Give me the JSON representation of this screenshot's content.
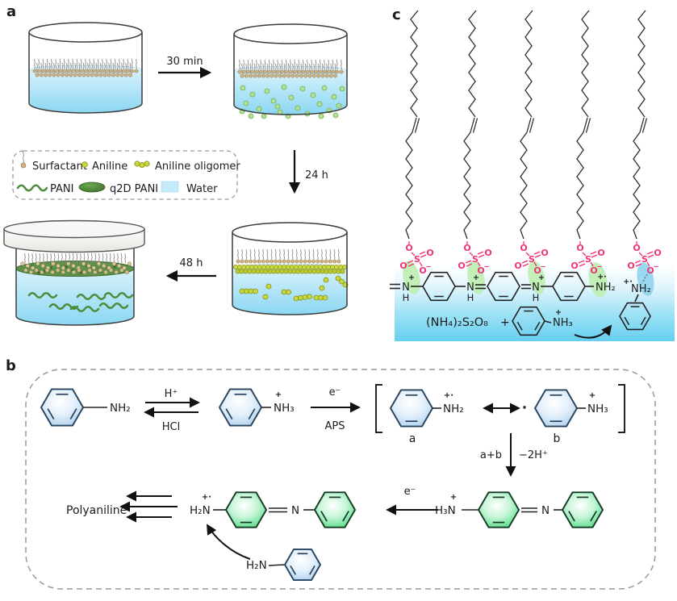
{
  "figure": {
    "panel_a_label": "a",
    "panel_b_label": "b",
    "panel_c_label": "c"
  },
  "panel_a": {
    "time_step_1": "30 min",
    "time_step_2": "24 h",
    "time_step_3": "48 h",
    "legend": {
      "surfactant": "Surfactant",
      "aniline": "Aniline",
      "aniline_oligomer": "Aniline oligomer",
      "pani": "PANI",
      "q2d_pani": "q2D PANI",
      "water": "Water"
    }
  },
  "panel_b": {
    "h_plus": "H⁺",
    "hcl": "HCl",
    "nh2": "NH₂",
    "nh3": "NH₃",
    "plus": "+",
    "radical_cation": "+·",
    "radical_dot": "·",
    "e_minus": "e⁻",
    "aps": "APS",
    "label_a": "a",
    "label_b": "b",
    "a_plus_b": "a+b",
    "minus_2h_plus": "−2H⁺",
    "h3n": "H₃N",
    "h2n": "H₂N",
    "n": "N",
    "polyaniline": "Polyaniline"
  },
  "panel_c": {
    "o": "O",
    "s": "S",
    "minus": "−",
    "n": "N",
    "h": "H",
    "plus": "+",
    "radical_cation": "+·",
    "nh2": "NH₂",
    "nh3": "NH₃",
    "aps_formula": "(NH₄)₂S₂O₈",
    "plus_sign": "+"
  },
  "colors": {
    "water": "#8bd7f3",
    "aniline_dot": "#b4e096",
    "oligomer_dot": "#c9d83b",
    "pani_green": "#4d8b3a",
    "q2d_film_green": "#5d9147",
    "sulfate_pink": "#f23278",
    "ring_blue": "#b4d4ef",
    "ring_green": "#5bdc8c",
    "highlight_green": "#bdeeb0",
    "highlight_blue": "#8fd4ee"
  }
}
